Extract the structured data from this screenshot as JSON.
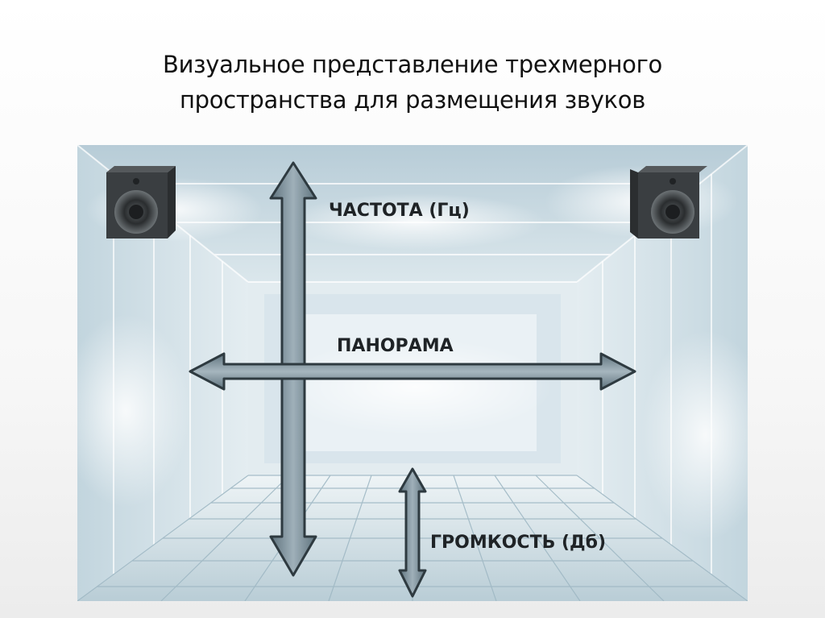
{
  "slide": {
    "title_line1": "Визуальное представление трехмерного",
    "title_line2": "пространства для размещения звуков"
  },
  "diagram": {
    "labels": {
      "frequency": "ЧАСТОТА (Гц)",
      "panorama": "ПАНОРАМА",
      "loudness": "ГРОМКОСТЬ (Дб)"
    },
    "speakers": [
      "left-speaker-icon",
      "right-speaker-icon"
    ],
    "colors": {
      "arrow_fill": "#7a8e99",
      "arrow_stroke": "#2e3a40",
      "room_tint": "#cfe0e8",
      "floor_grid": "#9fb8c4"
    }
  }
}
